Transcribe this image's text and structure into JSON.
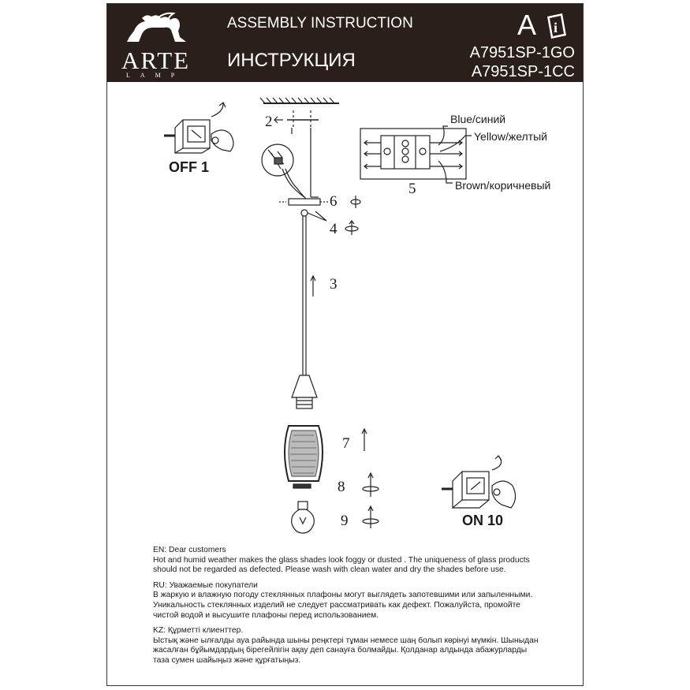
{
  "header": {
    "brand": "ARTE",
    "brand_sub": "LAMP",
    "title_en": "ASSEMBLY INSTRUCTION",
    "title_ru": "ИНСТРУКЦИЯ",
    "letter": "A",
    "models": [
      "A7951SP-1GO",
      "A7951SP-1CC"
    ]
  },
  "steps": {
    "s1": "OFF 1",
    "s2": "2",
    "s3": "3",
    "s4": "4",
    "s5": "5",
    "s6": "6",
    "s7": "7",
    "s8": "8",
    "s9": "9",
    "s10": "ON 10"
  },
  "wires": {
    "blue": "Blue/синий",
    "yellow": "Yellow/желтый",
    "brown": "Brown/коричневый"
  },
  "notes": {
    "en_head": "EN: Dear customers",
    "en_body1": "Hot and humid weather makes the glass shades look foggy or dusted . The uniqueness of glass products",
    "en_body2": "should not be regarded as defected.  Please wash with clean water and dry the shades before use.",
    "ru_head": "RU: Уважаемые покупатели",
    "ru_body1": "В жаркую и влажную погоду стеклянных плафоны могут выглядеть запотевшими или запыленными.",
    "ru_body2": "Уникальность стеклянных изделий не следует рассматривать как дефект. Пожалуйста, промойте",
    "ru_body3": "чистой водой и высушите плафоны перед использованием.",
    "kz_head": "KZ: Құрметті клиенттер.",
    "kz_body1": "Ыстық және ылғалды ауа райында шыны реңктері тұман немесе шаң болып көрінуі мүмкін. Шыныдан",
    "kz_body2": "жасалған бұйымдардың бірегейлігін ақау деп санауға болмайды. Қолданар алдында абажурларды",
    "kz_body3": "таза сумен шайыңыз және құрғатыңыз."
  },
  "colors": {
    "header_bg": "#2a1f1a",
    "ink": "#1a1a1a"
  }
}
